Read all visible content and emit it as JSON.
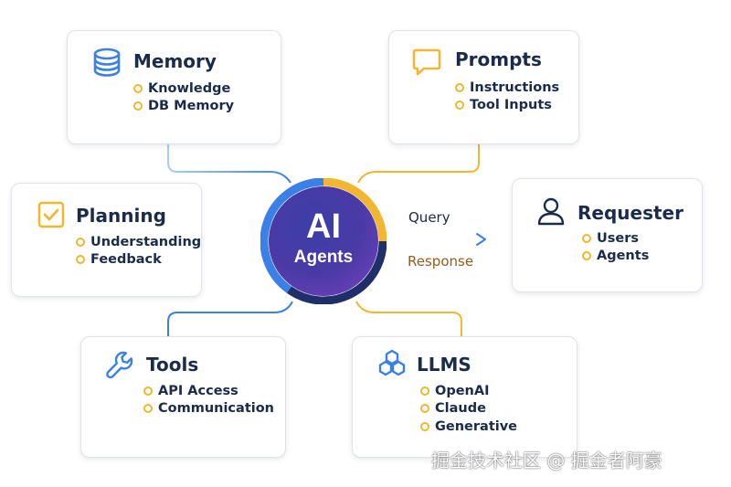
{
  "hub": {
    "title": "AI",
    "subtitle": "Agents"
  },
  "flow": {
    "query": "Query",
    "response": "Response"
  },
  "cards": {
    "memory": {
      "title": "Memory",
      "icon": "database-icon",
      "items": [
        "Knowledge",
        "DB Memory"
      ]
    },
    "prompts": {
      "title": "Prompts",
      "icon": "chat-bubble-icon",
      "items": [
        "Instructions",
        "Tool Inputs"
      ]
    },
    "planning": {
      "title": "Planning",
      "icon": "checkbox-icon",
      "items": [
        "Understanding",
        "Feedback"
      ]
    },
    "requester": {
      "title": "Requester",
      "icon": "user-icon",
      "items": [
        "Users",
        "Agents"
      ]
    },
    "tools": {
      "title": "Tools",
      "icon": "wrench-icon",
      "items": [
        "API Access",
        "Communication"
      ]
    },
    "llms": {
      "title": "LLMS",
      "icon": "hexagon-cluster-icon",
      "items": [
        "OpenAI",
        "Claude",
        "Generative"
      ]
    }
  },
  "watermark": "掘金技术社区 @ 掘金者阿豪",
  "colors": {
    "navy": "#1b2b4b",
    "blue": "#3a80e6",
    "gold": "#f2b630",
    "hub_purple": "#5b3fb0",
    "hub_indigo": "#2a3190",
    "response_brown": "#9a5a1c",
    "arrow_blue": "#3a80e6"
  }
}
